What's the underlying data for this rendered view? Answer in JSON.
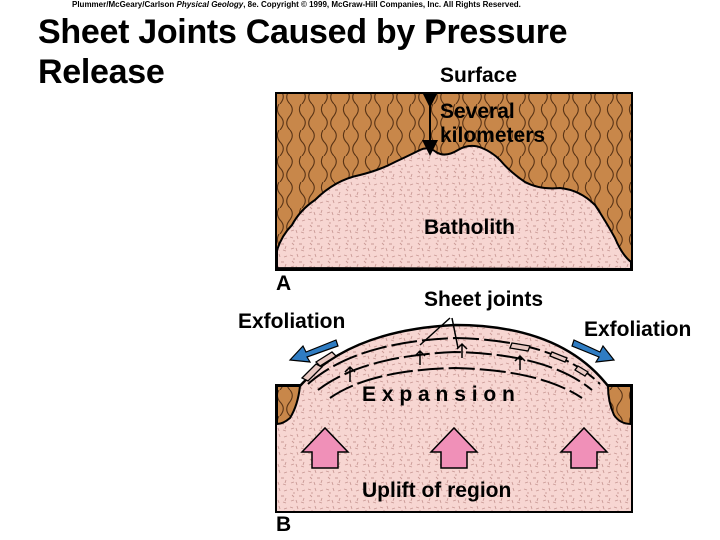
{
  "credit": {
    "authors": "Plummer/McGeary/Carlson",
    "book": "Physical Geology",
    "rest": ", 8e.  Copyright © 1999, McGraw-Hill Companies, Inc. All Rights Reserved."
  },
  "title_line1": "Sheet Joints Caused by Pressure",
  "title_line2": "Release",
  "panel_a": {
    "letter": "A",
    "surface_label": "Surface",
    "depth_label_line1": "Several",
    "depth_label_line2": "kilometers",
    "batholith_label": "Batholith"
  },
  "panel_b": {
    "letter": "B",
    "sheet_joints_label": "Sheet joints",
    "exfoliation_left": "Exfoliation",
    "exfoliation_right": "Exfoliation",
    "expansion_label": "E x p a n s i o n",
    "uplift_label": "Uplift of region"
  },
  "colors": {
    "sediment": "#c8874a",
    "granite": "#f7d6d2",
    "uplift_arrow": "#f090b8",
    "exfoliation_arrow": "#2f7cc2"
  }
}
